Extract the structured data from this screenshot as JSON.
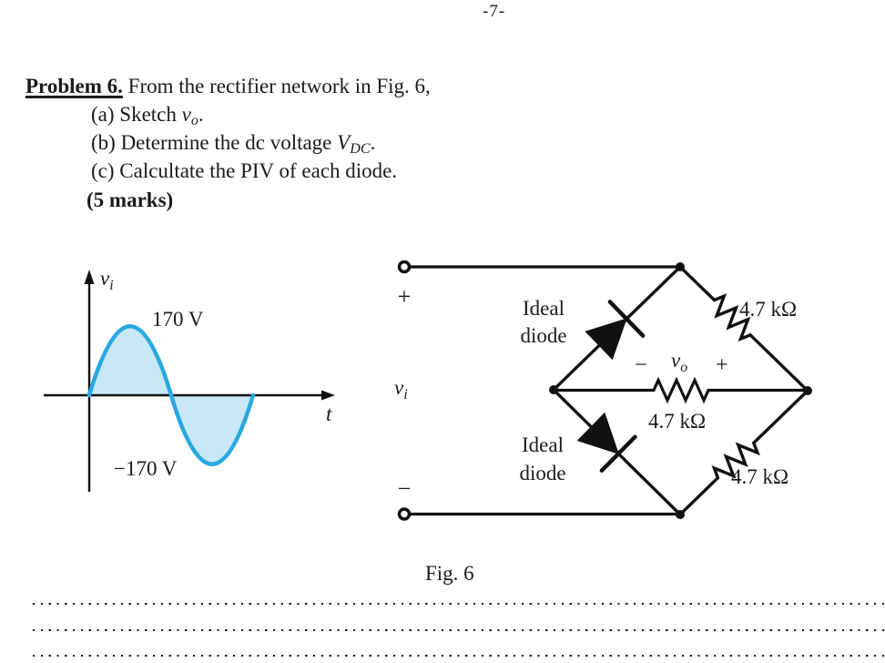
{
  "page": {
    "number": "-7-"
  },
  "problem": {
    "title": "Problem 6.",
    "intro": " From the rectifier network in Fig. 6,",
    "items": [
      {
        "prefix": "(a) Sketch ",
        "var": "v",
        "sub": "o",
        "suffix": "."
      },
      {
        "prefix": "(b) Determine the dc voltage ",
        "var": "V",
        "sub": "DC",
        "suffix": "."
      },
      {
        "prefix": "(c) Calcultate the PIV of each diode.",
        "var": "",
        "sub": "",
        "suffix": ""
      }
    ],
    "marks": "(5 marks)"
  },
  "figure": {
    "caption": "Fig. 6",
    "waveform": {
      "y_axis_var": "v",
      "y_axis_sub": "i",
      "peak_label": "170 V",
      "trough_label": "−170 V",
      "x_axis_label": "t"
    },
    "circuit": {
      "top_polarity": "+",
      "bottom_polarity": "−",
      "input_var": "v",
      "input_sub": "i",
      "diode_label_line1": "Ideal",
      "diode_label_line2": "diode",
      "resistor_value": "4.7 kΩ",
      "output_minus": "−",
      "output_var": "v",
      "output_sub": "o",
      "output_plus": "+"
    }
  },
  "chart_data": {
    "type": "line",
    "waveform": "sine",
    "cycles": 1,
    "xlabel": "t",
    "ylabel": "vi",
    "peak": 170,
    "trough": -170,
    "peak_label": "170 V",
    "trough_label": "−170 V",
    "fill_color": "#C8E8F7",
    "line_color": "#29A8E0"
  },
  "colors": {
    "wave_stroke": "#29A8E0",
    "wave_fill": "#C8E8F7",
    "ink": "#1b1b1b"
  }
}
